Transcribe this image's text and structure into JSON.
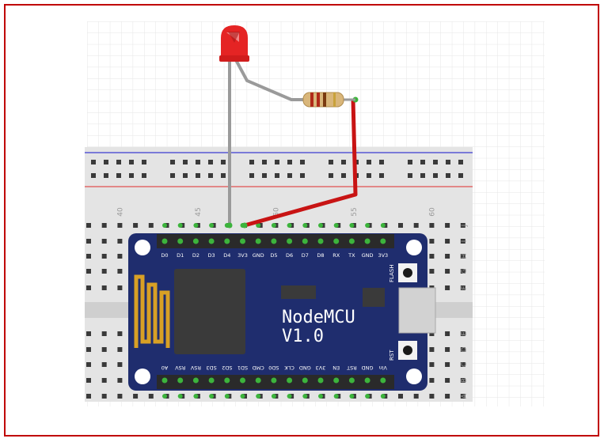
{
  "breadboard": {
    "column_numbers": [
      "40",
      "45",
      "50",
      "55",
      "60"
    ],
    "row_letters": [
      "J",
      "I",
      "H",
      "G",
      "F",
      "E",
      "D",
      "C",
      "B",
      "A"
    ]
  },
  "board": {
    "name": "NodeMCU",
    "version": "V1.0",
    "top_pins": [
      "D0",
      "D1",
      "D2",
      "D3",
      "D4",
      "3V3",
      "GND",
      "D5",
      "D6",
      "D7",
      "D8",
      "RX",
      "TX",
      "GND",
      "3V3"
    ],
    "bottom_pins": [
      "A0",
      "RSV",
      "RSV",
      "SD3",
      "SD2",
      "SD1",
      "CMD",
      "SD0",
      "CLK",
      "GND",
      "3V3",
      "EN",
      "RST",
      "GND",
      "Vin"
    ],
    "flash_label": "FLASH",
    "reset_label": "RST"
  },
  "colors": {
    "frame": "#c00000",
    "board": "#1f2d6e",
    "breadboard": "#e4e4e4",
    "led": "#e52424",
    "wire_red": "#c81414",
    "wire_gray": "#9a9a9a",
    "pin_green": "#3cb43c"
  }
}
